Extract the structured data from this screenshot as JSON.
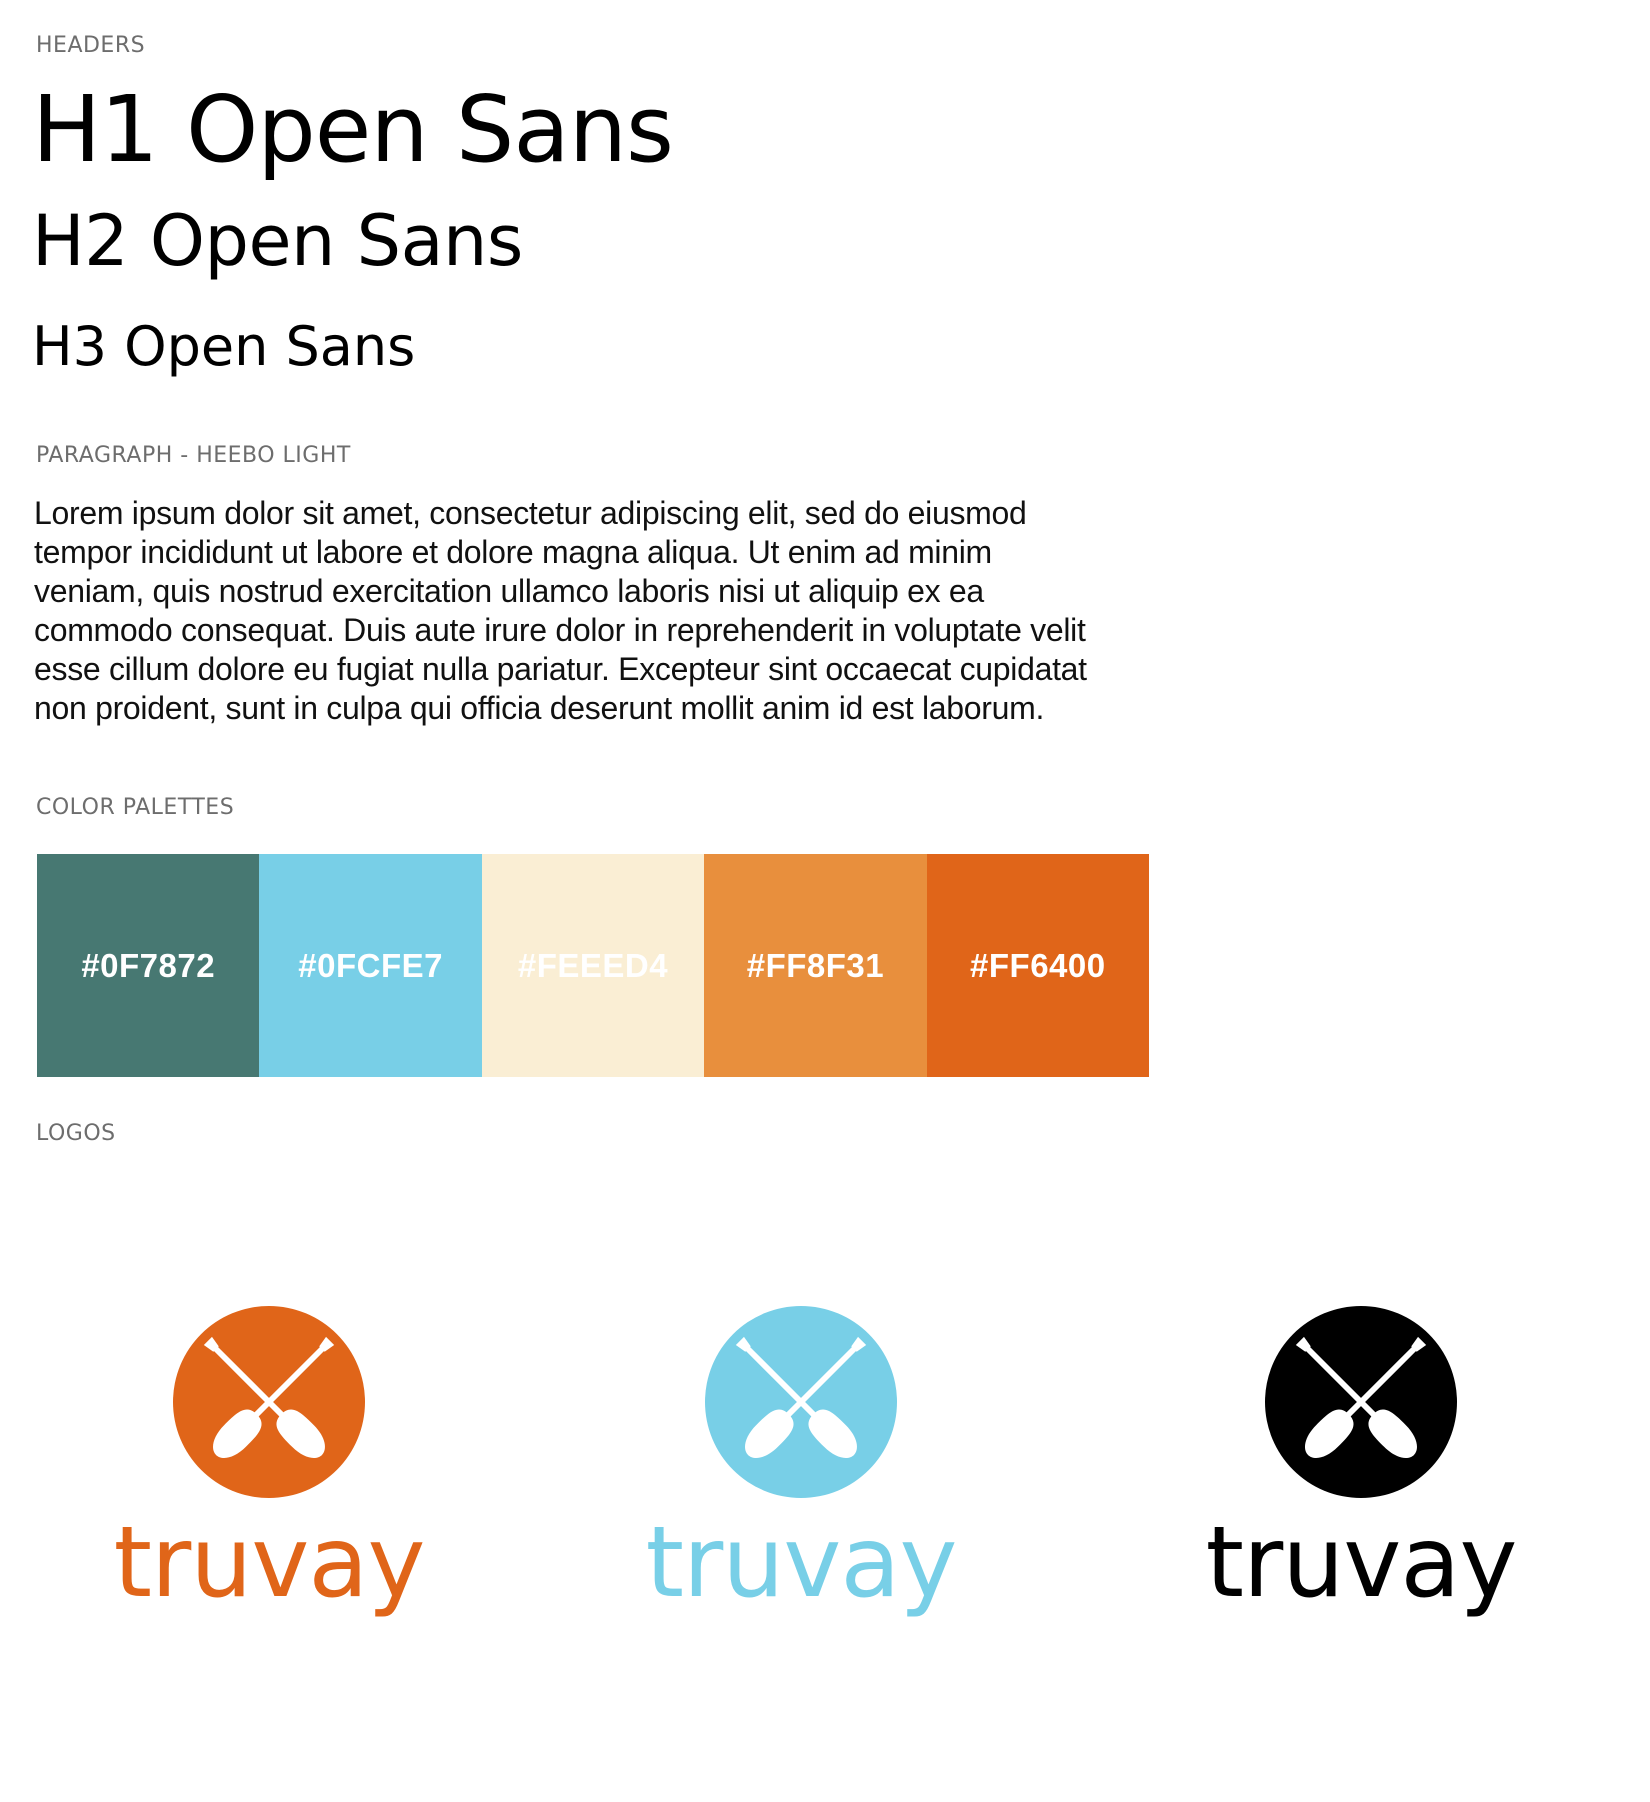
{
  "sections": {
    "headers_label": "HEADERS",
    "paragraph_label": "PARAGRAPH - HEEBO LIGHT",
    "color_label": "COLOR PALETTES",
    "logos_label": "LOGOS"
  },
  "headers": {
    "h1": "H1 Open Sans",
    "h2": "H2 Open Sans",
    "h3": "H3 Open Sans"
  },
  "paragraph": "Lorem ipsum dolor sit amet, consectetur adipiscing elit, sed do eiusmod tempor incididunt ut labore et dolore magna aliqua. Ut enim ad minim veniam, quis nostrud exercitation ullamco laboris nisi ut aliquip ex ea commodo consequat. Duis aute irure dolor in reprehenderit in voluptate velit esse cillum dolore eu fugiat nulla pariatur. Excepteur sint occaecat cupidatat non proident, sunt in culpa qui officia deserunt mollit anim id est laborum.",
  "palette": [
    {
      "label": "#0F7872",
      "color": "#477872"
    },
    {
      "label": "#0FCFE7",
      "color": "#78cfe7"
    },
    {
      "label": "#FEEED4",
      "color": "#faeed4"
    },
    {
      "label": "#FF8F31",
      "color": "#e88f3d"
    },
    {
      "label": "#FF6400",
      "color": "#e06519"
    }
  ],
  "logos": [
    {
      "wordmark": "truvay",
      "color": "#e06519",
      "icon": "crossed-paddles-icon"
    },
    {
      "wordmark": "truvay",
      "color": "#78cfe7",
      "icon": "crossed-paddles-icon"
    },
    {
      "wordmark": "truvay",
      "color": "#000000",
      "icon": "crossed-paddles-icon"
    }
  ]
}
